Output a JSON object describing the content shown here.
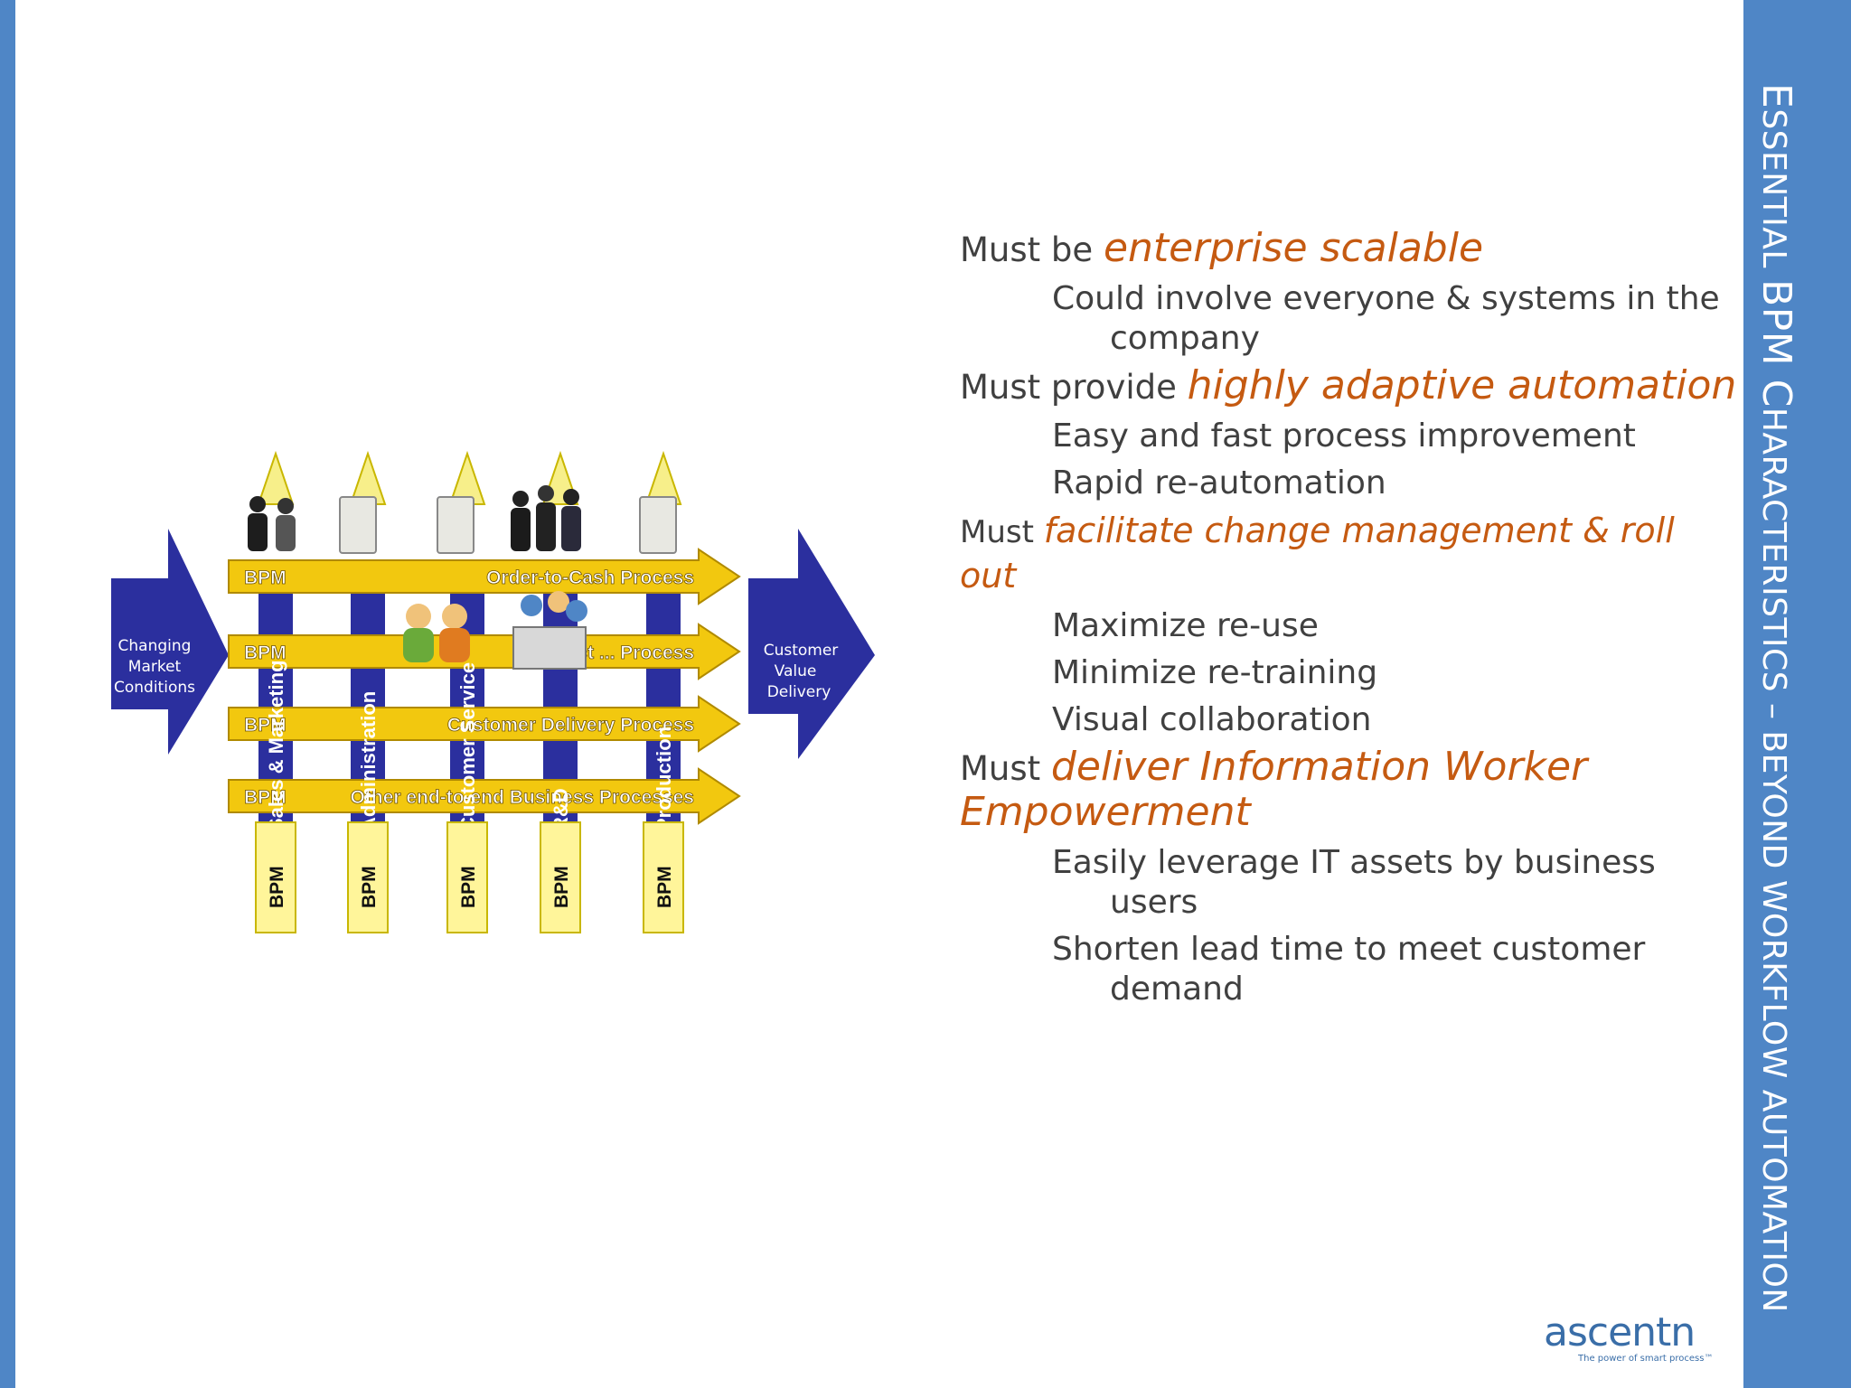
{
  "title": {
    "parts": [
      {
        "text": "E",
        "big": true
      },
      {
        "text": "SSENTIAL ",
        "big": false
      },
      {
        "text": "BPM ",
        "big": true
      },
      {
        "text": "C",
        "big": true
      },
      {
        "text": "HARACTERISTICS – BEYOND WORKFLOW AUTOMATION",
        "big": false
      }
    ]
  },
  "bullets": [
    {
      "prefix": "Must be ",
      "highlight": "enterprise scalable",
      "subs": [
        {
          "line1": "Could involve everyone & systems in the",
          "line2": "company"
        }
      ]
    },
    {
      "prefix": "Must provide ",
      "highlight": "highly adaptive automation",
      "subs": [
        {
          "line1": "Easy and fast process improvement",
          "line2": ""
        },
        {
          "line1": "Rapid re-automation",
          "line2": ""
        }
      ]
    },
    {
      "prefix": "Must ",
      "highlight": "facilitate change management & roll out",
      "subs": [
        {
          "line1": "Maximize re-use",
          "line2": ""
        },
        {
          "line1": "Minimize re-training",
          "line2": ""
        },
        {
          "line1": "Visual collaboration",
          "line2": ""
        }
      ]
    },
    {
      "prefix": "Must ",
      "highlight": "deliver Information Worker Empowerment",
      "subs": [
        {
          "line1": "Easily leverage IT assets by business",
          "line2": "users"
        },
        {
          "line1": "Shorten lead time to meet customer",
          "line2": "demand"
        }
      ]
    }
  ],
  "diagram": {
    "left_arrow": [
      "Changing",
      "Market",
      "Conditions"
    ],
    "right_arrow": [
      "Customer",
      "Value",
      "Delivery"
    ],
    "bands": [
      {
        "tag": "BPM",
        "label": "Order-to-Cash Process"
      },
      {
        "tag": "BPM",
        "label": "Product ... Process"
      },
      {
        "tag": "BPM",
        "label": "Customer Delivery Process"
      },
      {
        "tag": "BPM",
        "label": "Other end-to-end Business Processes"
      }
    ],
    "columns": [
      "Sales & Marketing",
      "Administration",
      "Customer Service",
      "R&D",
      "Production"
    ],
    "column_tag": "BPM",
    "colors": {
      "band": "#f2c80f",
      "band_edge": "#b08a00",
      "column": "#2b2f9e",
      "arrow": "#2b2f9e",
      "post": "#fff59a"
    }
  },
  "logo": {
    "name": "ascentn",
    "tagline": "The power of smart process™"
  }
}
